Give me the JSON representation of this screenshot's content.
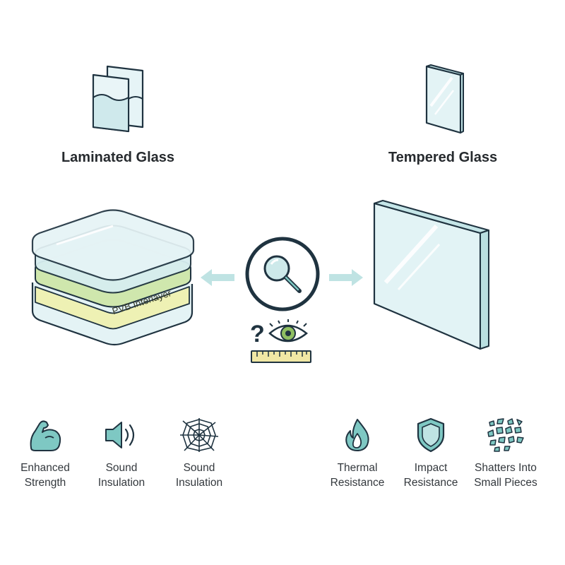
{
  "laminated": {
    "title": "Laminated Glass",
    "interlayer_label": "PVB Interlayer",
    "features": [
      {
        "icon": "flexed-arm-icon",
        "line1": "Enhanced",
        "line2": "Strength"
      },
      {
        "icon": "speaker-icon",
        "line1": "Sound",
        "line2": "Insulation"
      },
      {
        "icon": "spiderweb-crack-icon",
        "line1": "Sound",
        "line2": "Insulation"
      }
    ]
  },
  "tempered": {
    "title": "Tempered Glass",
    "features": [
      {
        "icon": "flame-icon",
        "line1": "Thermal",
        "line2": "Resistance"
      },
      {
        "icon": "shield-icon",
        "line1": "Impact",
        "line2": "Resistance"
      },
      {
        "icon": "shattered-pieces-icon",
        "line1": "Shatters Into",
        "line2": "Small Pieces"
      }
    ]
  },
  "colors": {
    "outline": "#1f3340",
    "glass": "#dff1f3",
    "accent_teal": "#7ec8c3",
    "interlayer_green": "#c9e3a0",
    "interlayer_yellow": "#eef0b0",
    "ruler": "#f0e7a4"
  }
}
